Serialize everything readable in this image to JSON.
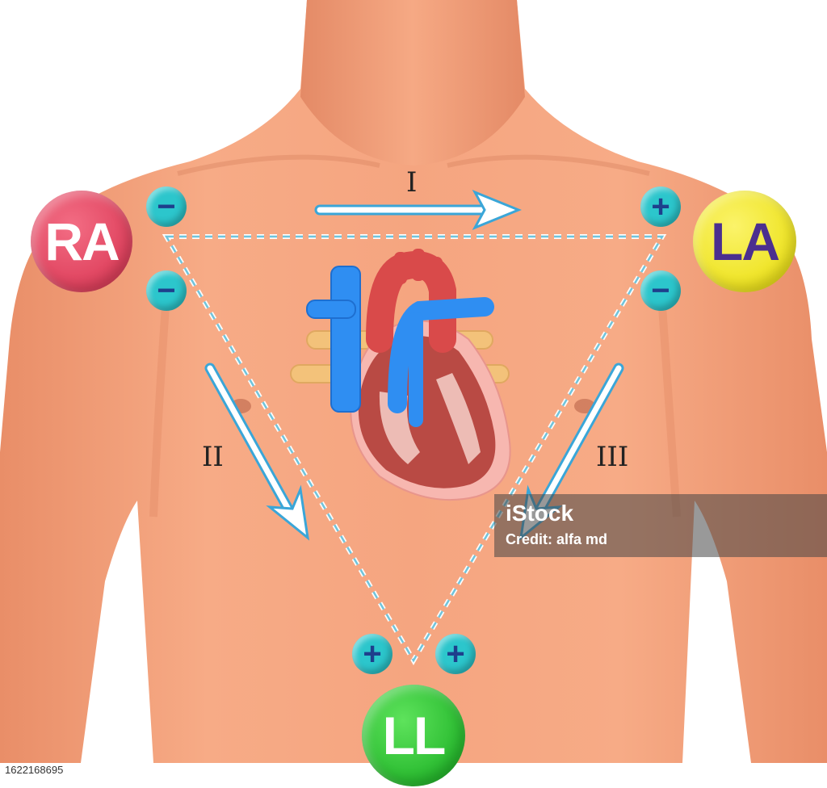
{
  "electrodes": {
    "ra": {
      "label": "RA",
      "color": "#e8405a"
    },
    "la": {
      "label": "LA",
      "color": "#f2ea10"
    },
    "ll": {
      "label": "LL",
      "color": "#1fbf2a"
    }
  },
  "poles": {
    "ra_lead1": "−",
    "ra_lead2": "−",
    "la_lead1": "+",
    "la_lead3": "−",
    "ll_lead2": "+",
    "ll_lead3": "+"
  },
  "leads": {
    "lead1": "I",
    "lead2": "II",
    "lead3": "III"
  },
  "watermark": {
    "logo": "iStock",
    "credit": "Credit: alfa md"
  },
  "stock_id": "1622168695",
  "colors": {
    "skin": "#f3a07c",
    "pole": "#2cc6cc",
    "arrow": "#3aa6d8",
    "triangle": "#6fc4dc",
    "vein": "#2f8ef2",
    "artery": "#d94a4a"
  }
}
